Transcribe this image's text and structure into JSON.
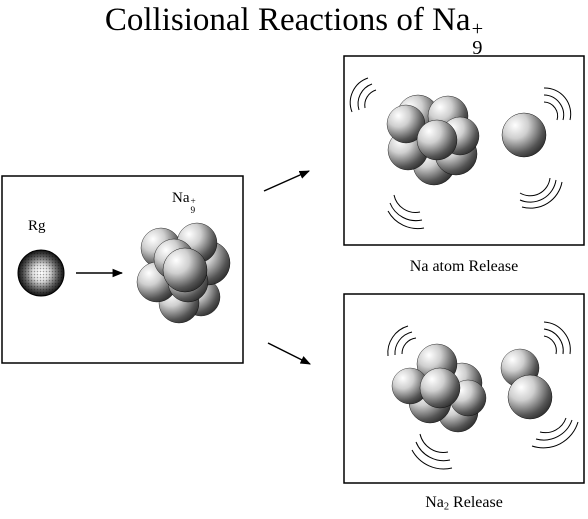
{
  "title": {
    "text": "Collisional Reactions of Na",
    "charge": "+",
    "count": "9"
  },
  "left_panel": {
    "rg_label": "Rg",
    "cluster_label": {
      "base": "Na",
      "charge": "+",
      "count": "9"
    }
  },
  "top_right_panel": {
    "caption": "Na atom Release"
  },
  "bottom_right_panel": {
    "caption_base": "Na",
    "caption_sub": "2",
    "caption_rest": " Release"
  }
}
